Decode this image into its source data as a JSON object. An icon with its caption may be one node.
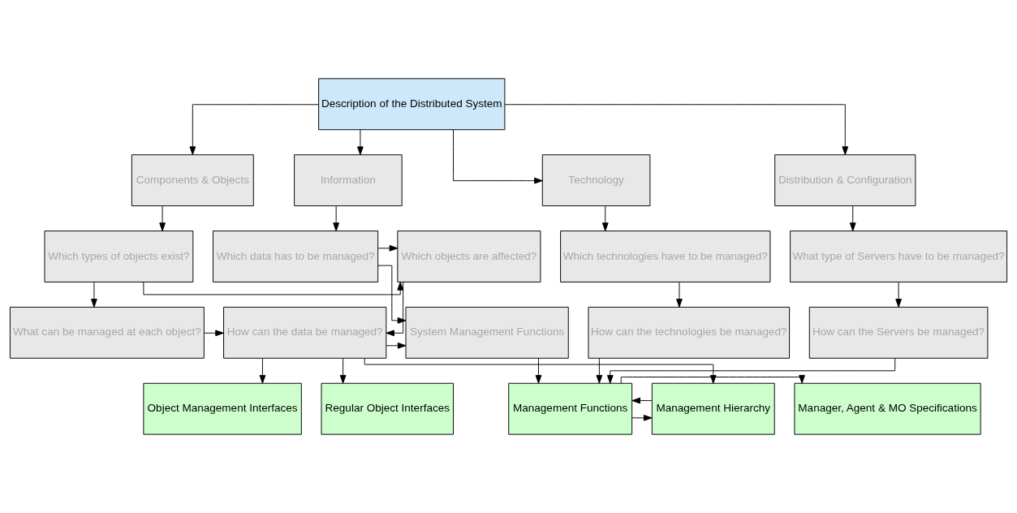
{
  "diagram": {
    "nodes": [
      {
        "text": [
          "Description of the Distributed System"
        ]
      },
      {
        "text": [
          "Components & Objects"
        ]
      },
      {
        "text": [
          "Information"
        ]
      },
      {
        "text": [
          "Distribution & Configuration"
        ]
      },
      {
        "text": [
          "Technology"
        ]
      },
      {
        "text": [
          "Which types of objects exist?"
        ]
      },
      {
        "text": [
          "Which objects are affected?"
        ]
      },
      {
        "text": [
          "Which data has to be managed?"
        ]
      },
      {
        "text": [
          "What type of Servers have to be managed?"
        ]
      },
      {
        "text": [
          "Which technologies have to be managed?"
        ]
      },
      {
        "text": [
          "What can be managed at each object?"
        ]
      },
      {
        "text": [
          "How can the data be managed?"
        ]
      },
      {
        "text": [
          "System Management Functions"
        ]
      },
      {
        "text": [
          "How can the Servers be managed?"
        ]
      },
      {
        "text": [
          "How can the technologies be managed?"
        ]
      },
      {
        "text": [
          "Regular Object Interfaces"
        ]
      },
      {
        "text": [
          "Object Management Interfaces"
        ]
      },
      {
        "text": [
          "Management Hierarchy"
        ]
      },
      {
        "text": [
          "Management Functions"
        ]
      },
      {
        "text": [
          "Manager, Agent & MO Specifications"
        ]
      }
    ],
    "edges": [
      {
        "from": 0,
        "to": 1,
        "arrow": "to"
      },
      {
        "from": 0,
        "to": 2,
        "arrow": "to"
      },
      {
        "from": 0,
        "to": 3,
        "arrow": "to"
      },
      {
        "from": 0,
        "to": 4,
        "arrow": "to"
      },
      {
        "from": 1,
        "to": 5,
        "arrow": "to"
      },
      {
        "from": 2,
        "to": 7,
        "arrow": "to"
      },
      {
        "from": 3,
        "to": 8,
        "arrow": "to"
      },
      {
        "from": 4,
        "to": 9,
        "arrow": "to"
      },
      {
        "from": 5,
        "to": 6,
        "arrow": "to"
      },
      {
        "from": 7,
        "to": 6,
        "arrow": "to"
      },
      {
        "from": 5,
        "to": 10,
        "arrow": "to"
      },
      {
        "from": 6,
        "to": 11,
        "arrow": "to"
      },
      {
        "from": 7,
        "to": 12,
        "arrow": "to"
      },
      {
        "from": 8,
        "to": 13,
        "arrow": "to"
      },
      {
        "from": 9,
        "to": 14,
        "arrow": "to"
      },
      {
        "from": 10,
        "to": 11,
        "arrow": "to"
      },
      {
        "from": 11,
        "to": 12,
        "arrow": "to"
      },
      {
        "from": 11,
        "to": 15,
        "arrow": "to"
      },
      {
        "from": 11,
        "to": 16,
        "arrow": "to"
      },
      {
        "from": 11,
        "to": 17,
        "arrow": "to"
      },
      {
        "from": 12,
        "to": 18,
        "arrow": "to"
      },
      {
        "from": 13,
        "to": 18,
        "arrow": "to"
      },
      {
        "from": 14,
        "to": 18,
        "arrow": "to"
      },
      {
        "from": 18,
        "to": 17,
        "arrow": "to"
      },
      {
        "from": 17,
        "to": 18,
        "arrow": "to"
      },
      {
        "from": 18,
        "to": 19,
        "arrow": "to"
      }
    ]
  }
}
